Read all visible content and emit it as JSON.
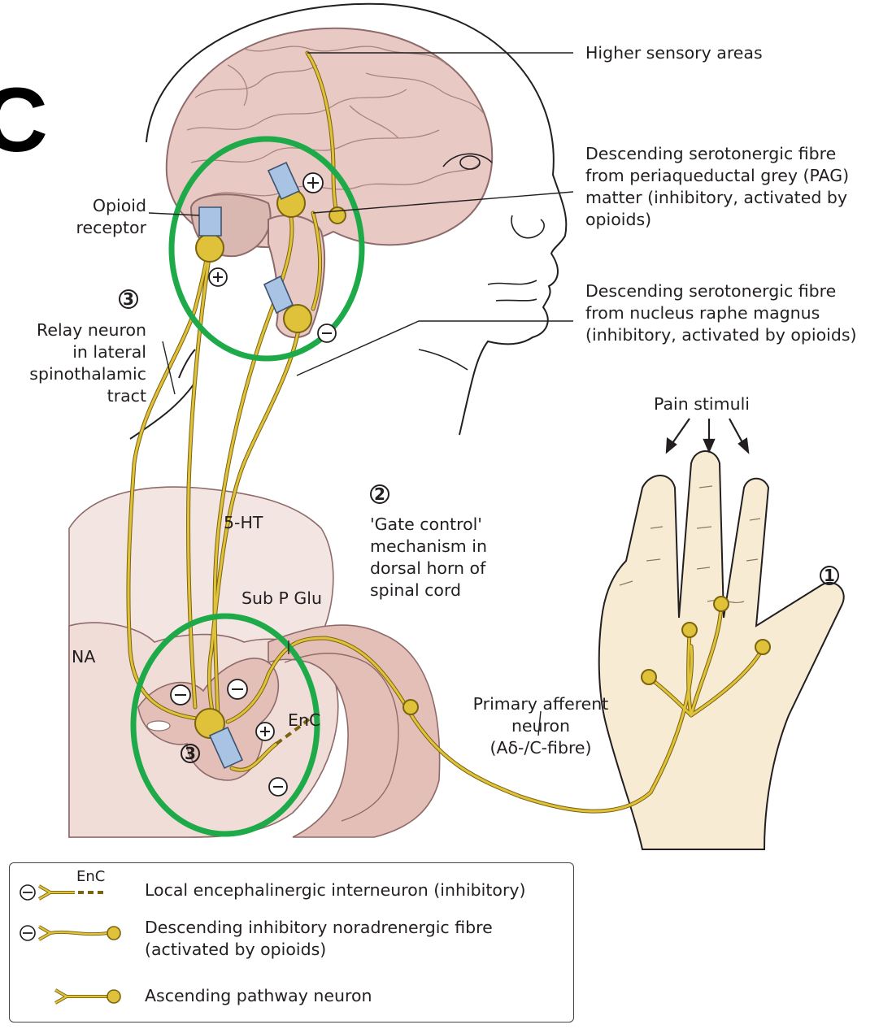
{
  "corner_letter": "C",
  "labels": {
    "higher_sensory": "Higher sensory areas",
    "pag": [
      "Descending serotonergic fibre",
      "from periaqueductal grey (PAG)",
      "matter (inhibitory, activated by",
      "opioids)"
    ],
    "nrm": [
      "Descending serotonergic fibre",
      "from nucleus raphe magnus",
      "(inhibitory, activated by opioids)"
    ],
    "opioid_receptor": [
      "Opioid",
      "receptor"
    ],
    "relay": [
      "Relay neuron",
      "in lateral",
      "spinothalamic",
      "tract"
    ],
    "pain_stimuli": "Pain stimuli",
    "gate": [
      "'Gate control'",
      "mechanism in",
      "dorsal horn of",
      "spinal cord"
    ],
    "five_ht": "5-HT",
    "sub_p_glu": "Sub P Glu",
    "na": "NA",
    "enc": "EnC",
    "primary_afferent": [
      "Primary afferent",
      "neuron",
      "(Aδ-/C-fibre)"
    ]
  },
  "markers": {
    "one": "1",
    "two": "2",
    "three": "3",
    "plus": "+",
    "minus": "−"
  },
  "legend": {
    "items": [
      {
        "symbol_text": "EnC",
        "text": "Local encephalinergic interneuron (inhibitory)"
      },
      {
        "text_lines": [
          "Descending inhibitory noradrenergic fibre",
          "(activated by opioids)"
        ]
      },
      {
        "text": "Ascending pathway neuron"
      }
    ]
  },
  "colors": {
    "brain": "#e8c9c4",
    "brain_line": "#8f6a6a",
    "spinal": "#f3e6e2",
    "grey_matter": "#e3bfb7",
    "skin": "#f7ecd3",
    "neuron": "#e0c13a",
    "neuron_dark": "#7a6410",
    "receptor": "#a9c3e4",
    "highlight": "#1faa4a"
  }
}
